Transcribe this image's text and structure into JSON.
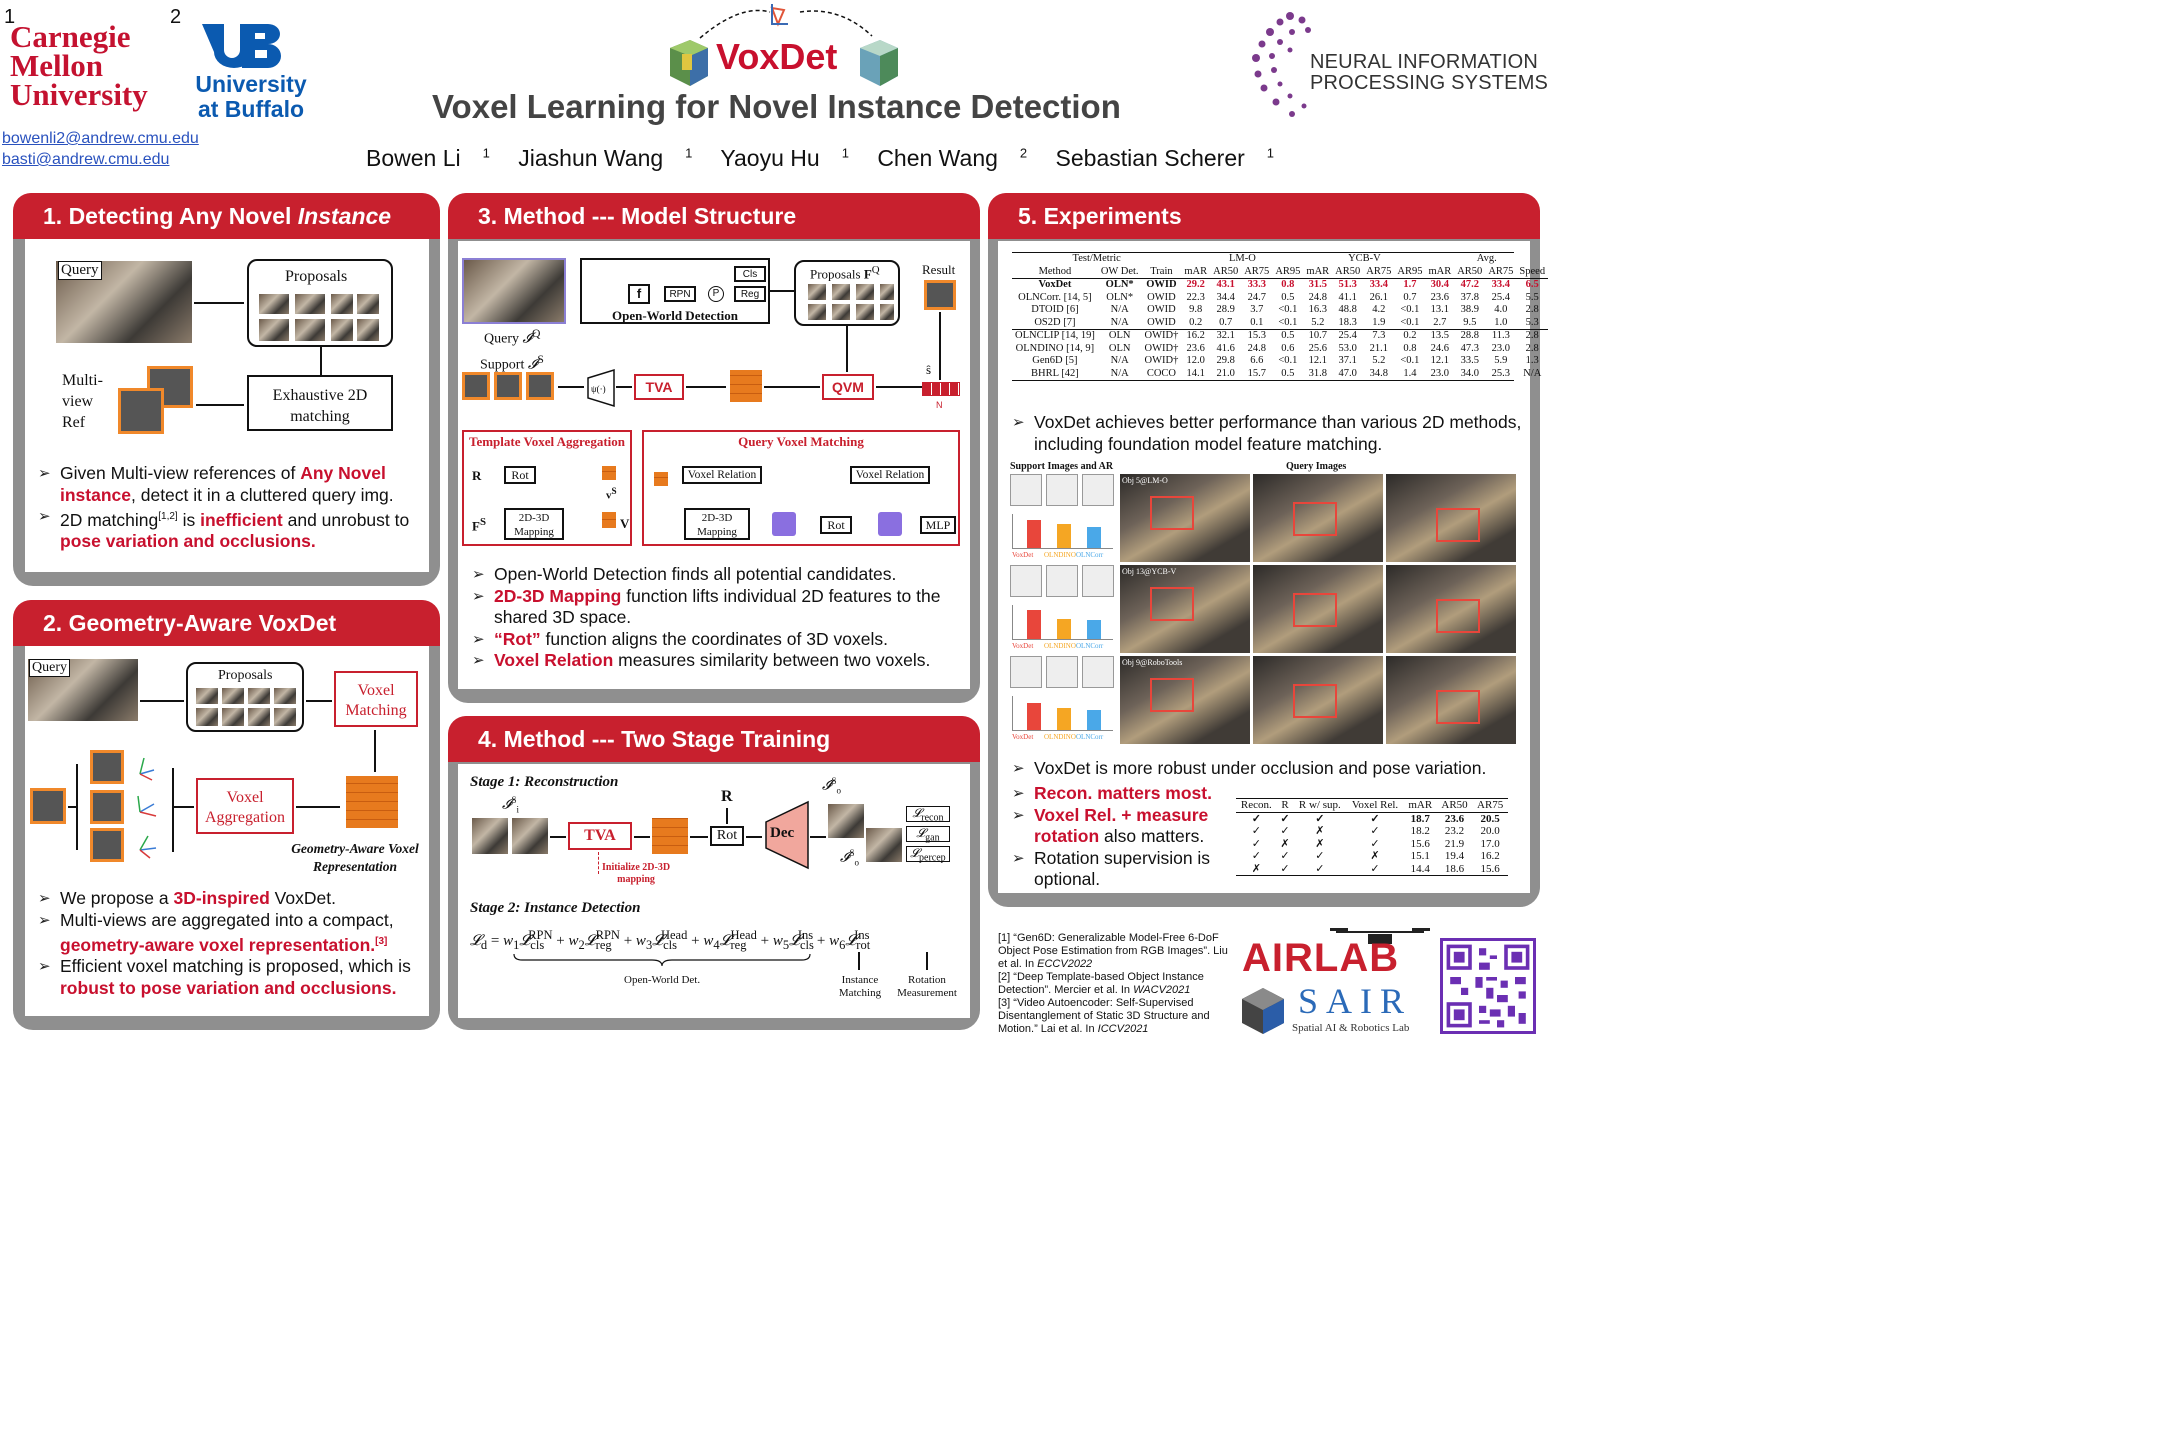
{
  "header": {
    "aff1_num": "1",
    "aff2_num": "2",
    "cmu": [
      "Carnegie",
      "Mellon",
      "University"
    ],
    "ub": [
      "University",
      "at Buffalo"
    ],
    "emails": [
      "bowenli2@andrew.cmu.edu",
      "basti@andrew.cmu.edu"
    ],
    "short_title": "VoxDet",
    "title": "Voxel Learning for Novel Instance Detection",
    "authors": [
      {
        "name": "Bowen Li",
        "aff": "1"
      },
      {
        "name": "Jiashun Wang",
        "aff": "1"
      },
      {
        "name": "Yaoyu Hu",
        "aff": "1"
      },
      {
        "name": "Chen Wang",
        "aff": "2"
      },
      {
        "name": "Sebastian Scherer",
        "aff": "1"
      }
    ],
    "neurips": [
      "NEURAL INFORMATION",
      "PROCESSING SYSTEMS"
    ]
  },
  "sec1": {
    "title_pre": "1.  Detecting Any Novel ",
    "title_em": "Instance",
    "query": "Query",
    "proposals": "Proposals",
    "multiview": [
      "Multi-",
      "view",
      "Ref"
    ],
    "matching": [
      "Exhaustive 2D",
      "matching"
    ],
    "b1_pre": "Given Multi-view references of ",
    "b1_red": "Any Novel instance",
    "b1_post": ", detect it in a cluttered query img.",
    "b2_pre": "2D matching",
    "b2_sup": "[1,2]",
    "b2_mid": " is ",
    "b2_red": "inefficient",
    "b2_post": " and unrobust to ",
    "b2_red2": "pose variation and occlusions."
  },
  "sec2": {
    "title": "2.  Geometry-Aware VoxDet",
    "query": "Query",
    "proposals": "Proposals",
    "voxel_matching": [
      "Voxel",
      "Matching"
    ],
    "voxel_agg": [
      "Voxel",
      "Aggregation"
    ],
    "repr": [
      "Geometry-Aware Voxel",
      "Representation"
    ],
    "b1_pre": "We propose a ",
    "b1_red": "3D-inspired",
    "b1_post": " VoxDet.",
    "b2_pre": "Multi-views are aggregated into a compact, ",
    "b2_red": "geometry-aware voxel representation.",
    "b2_sup": "[3]",
    "b3_pre": "Efficient voxel matching is proposed, which is ",
    "b3_red": "robust to pose variation and occlusions."
  },
  "sec3": {
    "title": "3.  Method --- Model Structure",
    "query": "Query",
    "support": "Support",
    "psi": "ψ(·)",
    "fq": "f",
    "rpn": "RPN",
    "p": "P",
    "cls": "Cls",
    "reg": "Reg",
    "owd": "Open-World Detection",
    "proposals": "Proposals",
    "result": "Result",
    "tva": "TVA",
    "qvm": "QVM",
    "s_hat": "ŝ",
    "n": "N",
    "tva_full": "Template Voxel Aggregation",
    "qvm_full": "Query Voxel Matching",
    "r": "R",
    "rot": "Rot",
    "mapping": [
      "2D-3D",
      "Mapping"
    ],
    "v": "V",
    "vs": "v",
    "vox_rel": "Voxel Relation",
    "mlp": "MLP",
    "b1": "Open-World Detection finds all potential candidates.",
    "b2_red": "2D-3D Mapping",
    "b2_post": " function lifts individual 2D features to the shared 3D space.",
    "b3_red": "“Rot”",
    "b3_post": " function aligns the coordinates of 3D voxels.",
    "b4_red": "Voxel Relation",
    "b4_post": " measures similarity between two voxels."
  },
  "sec4": {
    "title": "4.  Method --- Two Stage Training",
    "stage1": "Stage 1:  Reconstruction",
    "stage2": "Stage 2:  Instance Detection",
    "tva": "TVA",
    "r": "R",
    "rot": "Rot",
    "dec": "Dec",
    "init": [
      "Initialize 2D-3D",
      "mapping"
    ],
    "l_recon": "recon",
    "l_gan": "gan",
    "l_percep": "percep",
    "owd": "Open-World Det.",
    "inst_match": [
      "Instance",
      "Matching"
    ],
    "rot_meas": [
      "Rotation",
      "Measurement"
    ]
  },
  "sec5": {
    "title": "5.  Experiments",
    "table_header": {
      "testmetric": "Test/Metric",
      "method": "Method",
      "owdet": "OW Det.",
      "train": "Train",
      "groups": [
        "LM-O",
        "YCB-V",
        "Avg."
      ],
      "metrics": [
        "mAR",
        "AR50",
        "AR75",
        "AR95",
        "mAR",
        "AR50",
        "AR75",
        "AR95",
        "mAR",
        "AR50",
        "AR75",
        "Speed"
      ]
    },
    "rows1": [
      [
        "VoxDet",
        "OLN*",
        "OWID",
        "29.2",
        "43.1",
        "33.3",
        "0.8",
        "31.5",
        "51.3",
        "33.4",
        "1.7",
        "30.4",
        "47.2",
        "33.4",
        "6.5"
      ],
      [
        "OLNCorr. [14, 5]",
        "OLN*",
        "OWID",
        "22.3",
        "34.4",
        "24.7",
        "0.5",
        "24.8",
        "41.1",
        "26.1",
        "0.7",
        "23.6",
        "37.8",
        "25.4",
        "5.5"
      ],
      [
        "DTOID [6]",
        "N/A",
        "OWID",
        "9.8",
        "28.9",
        "3.7",
        "<0.1",
        "16.3",
        "48.8",
        "4.2",
        "<0.1",
        "13.1",
        "38.9",
        "4.0",
        "2.8"
      ],
      [
        "OS2D [7]",
        "N/A",
        "OWID",
        "0.2",
        "0.7",
        "0.1",
        "<0.1",
        "5.2",
        "18.3",
        "1.9",
        "<0.1",
        "2.7",
        "9.5",
        "1.0",
        "5.3"
      ]
    ],
    "rows2": [
      [
        "OLNCLIP [14, 19]",
        "OLN",
        "OWID†",
        "16.2",
        "32.1",
        "15.3",
        "0.5",
        "10.7",
        "25.4",
        "7.3",
        "0.2",
        "13.5",
        "28.8",
        "11.3",
        "2.8"
      ],
      [
        "OLNDINO [14, 9]",
        "OLN",
        "OWID†",
        "23.6",
        "41.6",
        "24.8",
        "0.6",
        "25.6",
        "53.0",
        "21.1",
        "0.8",
        "24.6",
        "47.3",
        "23.0",
        "2.8"
      ],
      [
        "Gen6D [5]",
        "N/A",
        "OWID†",
        "12.0",
        "29.8",
        "6.6",
        "<0.1",
        "12.1",
        "37.1",
        "5.2",
        "<0.1",
        "12.1",
        "33.5",
        "5.9",
        "1.3"
      ],
      [
        "BHRL [42]",
        "N/A",
        "COCO",
        "14.1",
        "21.0",
        "15.7",
        "0.5",
        "31.8",
        "47.0",
        "34.8",
        "1.4",
        "23.0",
        "34.0",
        "25.3",
        "N/A"
      ]
    ],
    "b1": "VoxDet achieves better performance than various 2D methods, including foundation model feature matching.",
    "support_title": "Support Images and AR",
    "query_title": "Query Images",
    "legend": [
      "VoxDet",
      "OLNDINO",
      "OLNCorr"
    ],
    "obj_labels": [
      "Obj 5@LM-O",
      "Obj 13@YCB-V",
      "Obj 9@RoboTools"
    ],
    "bar_values": [
      [
        0.82,
        0.7,
        0.62
      ],
      [
        0.85,
        0.6,
        0.55
      ],
      [
        0.78,
        0.66,
        0.58
      ]
    ],
    "b2": "VoxDet is more robust under occlusion and pose variation.",
    "b3_red": "Recon. matters most.",
    "b4_red": "Voxel Rel. + measure rotation",
    "b4_post": " also matters.",
    "b5": "Rotation supervision is optional.",
    "abl_header": [
      "Recon.",
      "R",
      "R w/ sup.",
      "Voxel Rel.",
      "mAR",
      "AR50",
      "AR75"
    ],
    "abl_rows": [
      [
        "✓",
        "✓",
        "✓",
        "✓",
        "18.7",
        "23.6",
        "20.5"
      ],
      [
        "✓",
        "✓",
        "✗",
        "✓",
        "18.2",
        "23.2",
        "20.0"
      ],
      [
        "✓",
        "✗",
        "✗",
        "✓",
        "15.6",
        "21.9",
        "17.0"
      ],
      [
        "✓",
        "✓",
        "✓",
        "✗",
        "15.1",
        "19.4",
        "16.2"
      ],
      [
        "✗",
        "✓",
        "✓",
        "✓",
        "14.4",
        "18.6",
        "15.6"
      ]
    ]
  },
  "refs": [
    {
      "pre": "[1] “Gen6D: Generalizable Model-Free 6-DoF Object Pose Estimation from RGB Images”. Liu et al. In ",
      "venue": "ECCV2022"
    },
    {
      "pre": "[2] “Deep Template-based Object Instance Detection”. Mercier et al. In ",
      "venue": "WACV2021"
    },
    {
      "pre": "[3] “Video Autoencoder: Self-Supervised Disentanglement of Static 3D Structure and Motion.” Lai et al. In ",
      "venue": "ICCV2021"
    }
  ],
  "logos": {
    "airlab": "AIRLAB",
    "sair": "SAIR",
    "sair_sub": "Spatial AI & Robotics Lab"
  }
}
